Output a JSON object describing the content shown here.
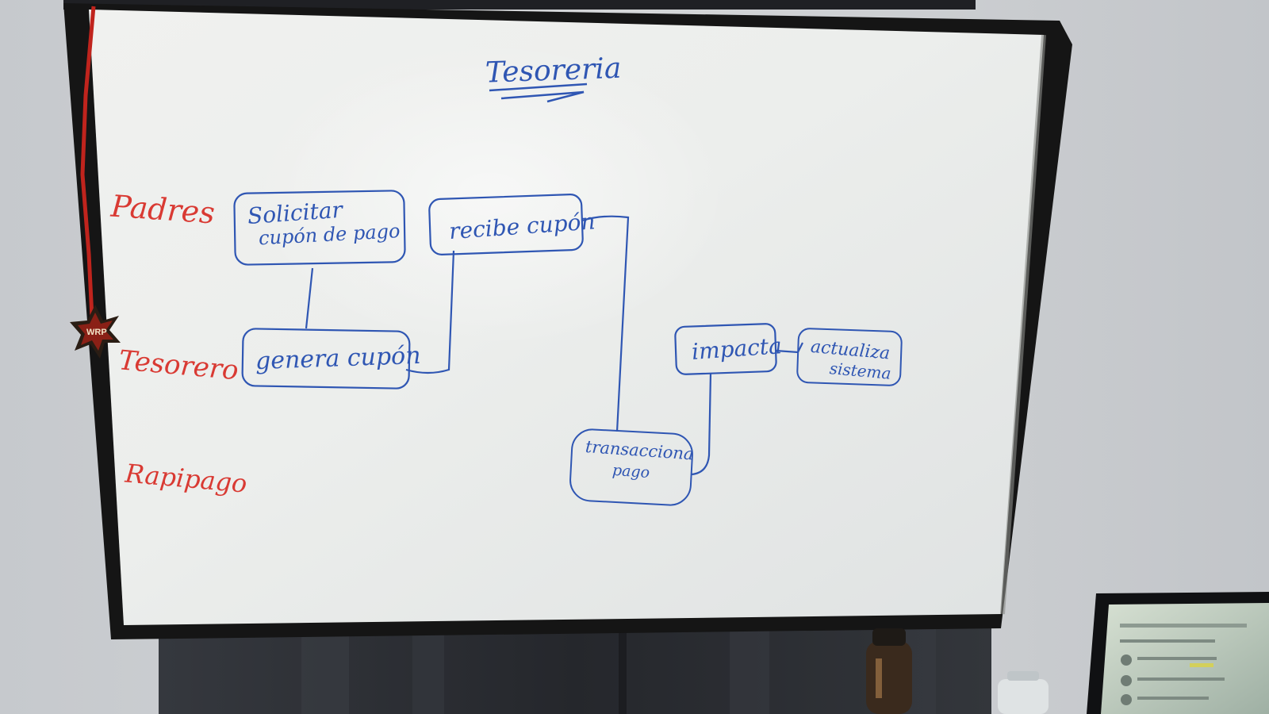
{
  "board": {
    "title": "Tesoreria"
  },
  "lanes": [
    {
      "label": "Padres"
    },
    {
      "label": "Tesorero"
    },
    {
      "label": "Rapipago"
    }
  ],
  "process_boxes": [
    {
      "lines": [
        "Solicitar",
        "cupón de pago"
      ]
    },
    {
      "lines": [
        "recibe cupón"
      ]
    },
    {
      "lines": [
        "genera cupón"
      ]
    },
    {
      "lines": [
        "impacta"
      ]
    },
    {
      "lines": [
        "actualiza",
        "sistema"
      ]
    },
    {
      "lines": [
        "transacciona",
        "pago"
      ]
    }
  ],
  "sticker": {
    "text": "WRP"
  },
  "colors": {
    "wall": "#c9ccd0",
    "board_surface": "#eceeec",
    "board_frame": "#151515",
    "blue_marker": "#2f56b3",
    "red_marker": "#d93a33",
    "curtain": "#2a2c31"
  }
}
